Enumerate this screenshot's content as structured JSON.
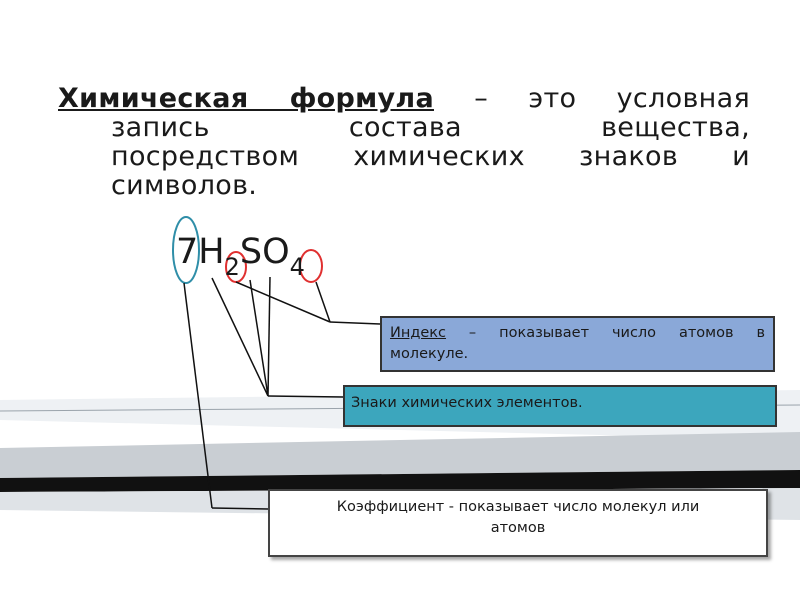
{
  "definition": {
    "term": "Химическая формула",
    "line1_rest": " – это условная",
    "line2": [
      "запись",
      "состава",
      "вещества,"
    ],
    "line3": "посредством химических знаков и",
    "line4": "символов."
  },
  "formula": {
    "coefficient": "7",
    "el1": "H",
    "sub1": "2",
    "el2": "SO",
    "sub2": "4"
  },
  "callouts": {
    "index_term": "Индекс",
    "index_rest": " – показывает число атомов в",
    "index_rest2": "молекуле.",
    "elements": "Знаки химических элементов.",
    "coefficient_line1": "Коэффициент - показывает число молекул или",
    "coefficient_line2": "атомов"
  },
  "colors": {
    "index_box": "#8aa8d8",
    "elements_box": "#3ca6bd",
    "coef_circle": "#2f8ea8",
    "index_circle": "#e03030"
  }
}
